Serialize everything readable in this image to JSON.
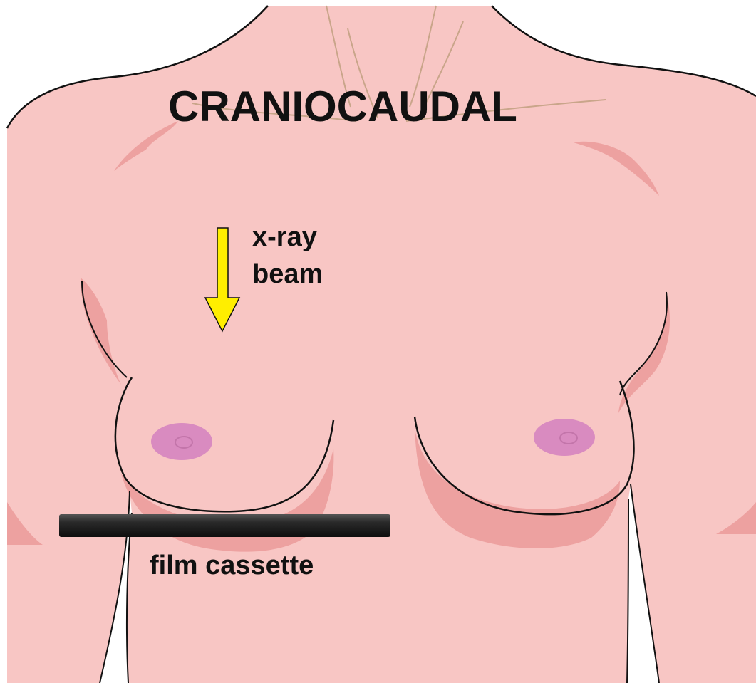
{
  "title": "CRANIOCAUDAL",
  "beam_label_line1": "x-ray",
  "beam_label_line2": "beam",
  "film_label": "film cassette",
  "colors": {
    "skin": "#f8c6c4",
    "shadow": "#eda1a0",
    "areola": "#d98bc0",
    "arrow": "#ffee00",
    "cassette": "#1e1e1e",
    "outline": "#111111",
    "neck_lines": "#c9a58a"
  },
  "icons": [
    "down-arrow-icon"
  ]
}
